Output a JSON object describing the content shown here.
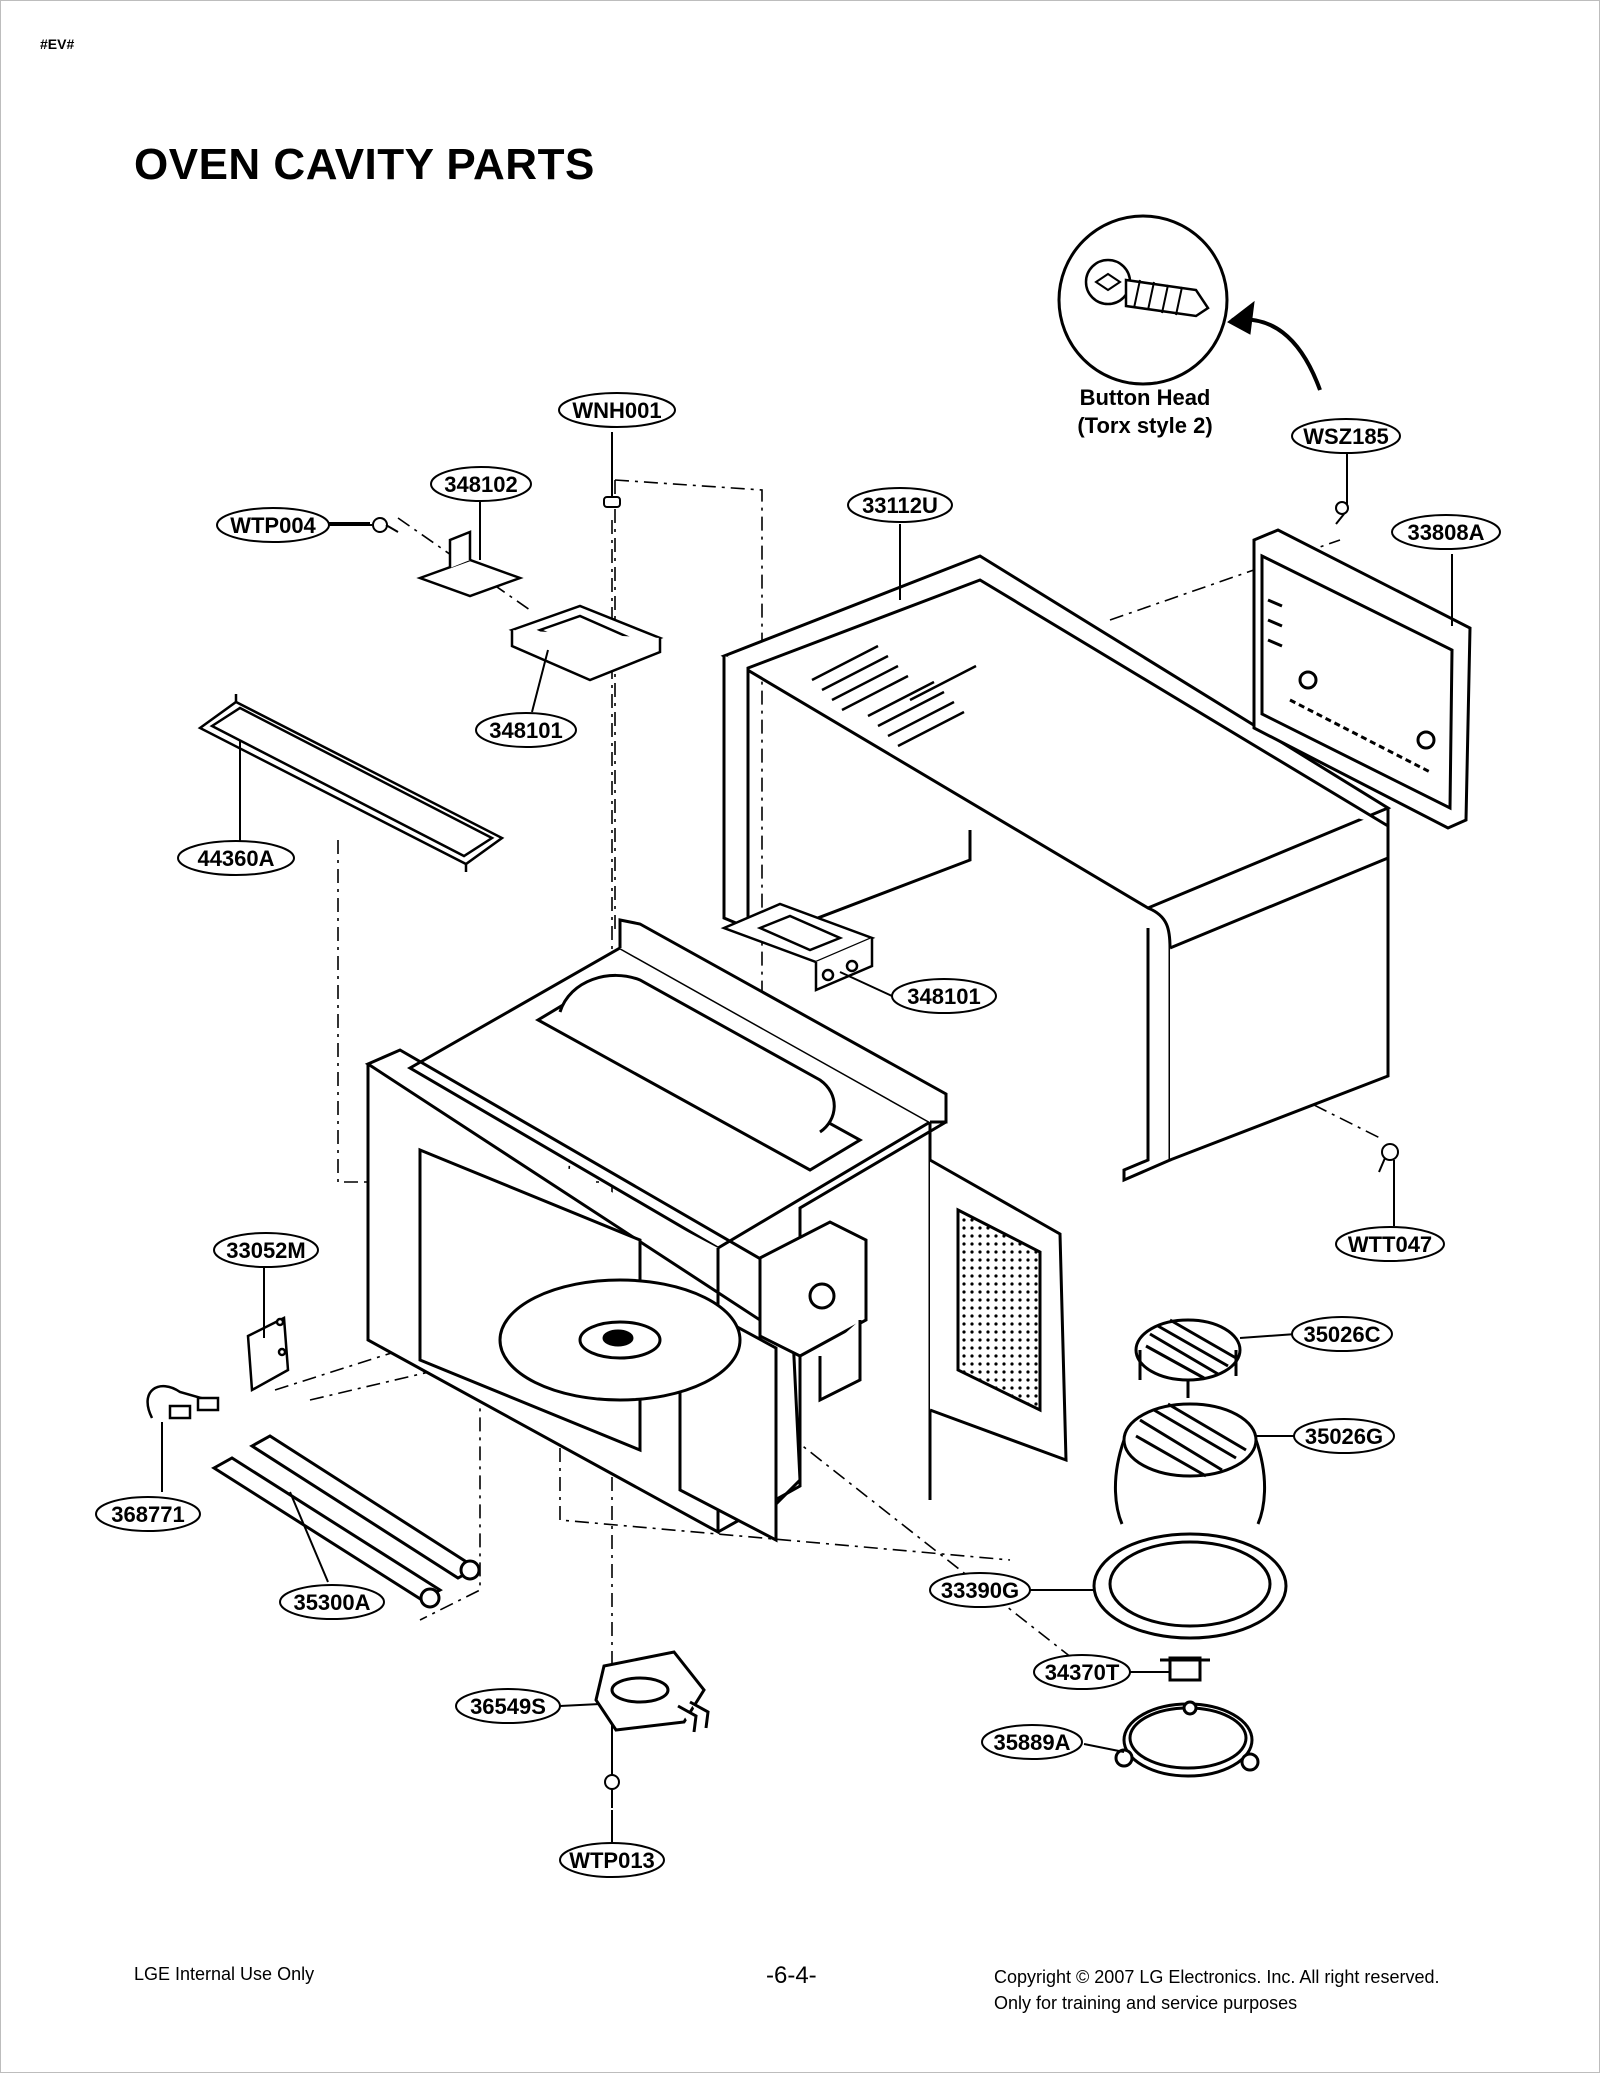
{
  "marker": "#EV#",
  "title": "OVEN CAVITY PARTS",
  "screw_detail": {
    "line1": "Button Head",
    "line2": "(Torx style 2)"
  },
  "callouts": {
    "WNH001": "WNH001",
    "WSZ185": "WSZ185",
    "33808A": "33808A",
    "348102": "348102",
    "WTP004": "WTP004",
    "33112U": "33112U",
    "348101_top": "348101",
    "44360A": "44360A",
    "348101_mid": "348101",
    "WTT047": "WTT047",
    "33052M": "33052M",
    "35026C": "35026C",
    "35026G": "35026G",
    "368771": "368771",
    "33390G": "33390G",
    "35300A": "35300A",
    "34370T": "34370T",
    "36549S": "36549S",
    "35889A": "35889A",
    "WTP013": "WTP013"
  },
  "footer": {
    "left": "LGE Internal Use Only",
    "center": "-6-4-",
    "right_line1": "Copyright © 2007 LG Electronics. Inc. All right reserved.",
    "right_line2": "Only for training and service purposes"
  }
}
